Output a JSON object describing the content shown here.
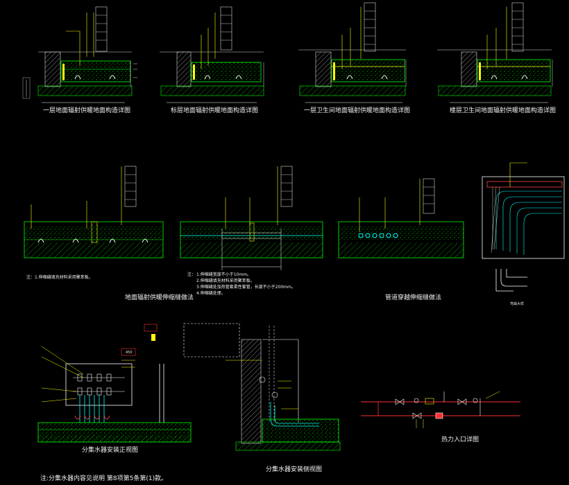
{
  "captions": {
    "d1": "一层地面辐射供暖地面构造详图",
    "d2": "标层地面辐射供暖地面构造详图",
    "d3": "一层卫生间地面辐射供暖地面构造详图",
    "d4": "楼层卫生间地面辐射供暖地面构造详图",
    "mid_left": "地面辐射供暖伸缩缝做法",
    "mid_right": "管道穿越伸缩缝做法",
    "manifold_front": "分集水器安装正视图",
    "manifold_side": "分集水器安装侧视图",
    "heat_entry": "热力入口详图",
    "bend_detail": "弯曲大样"
  },
  "notes": {
    "note_a": "注：1.伸缩缝填充材料采用聚苯板。",
    "note_b_title": "注：",
    "note_b_1": "1.伸缩缝宽度不小于10mm。",
    "note_b_2": "2.伸缩缝填充材料采用聚苯板。",
    "note_b_3": "3.伸缩缝处加热管套柔性套管，长度不小于200mm。",
    "note_b_4": "4.伸缩缝处理。",
    "footer": "注:分集水器内容见说明 第8项第5条第(1)款。"
  },
  "dims": {
    "d450": "450"
  },
  "icons": {
    "manifold": "manifold-valve-icon",
    "valve": "valve-icon",
    "gauge": "pressure-gauge-icon"
  },
  "colors": {
    "background": "#000000",
    "structure": "#00ff00",
    "leader": "#ffff00",
    "pipe": "#ff3030",
    "dimension": "#e6e6e6",
    "water": "#00ffff",
    "label": "#ffffff",
    "hatch": "#00c000"
  }
}
